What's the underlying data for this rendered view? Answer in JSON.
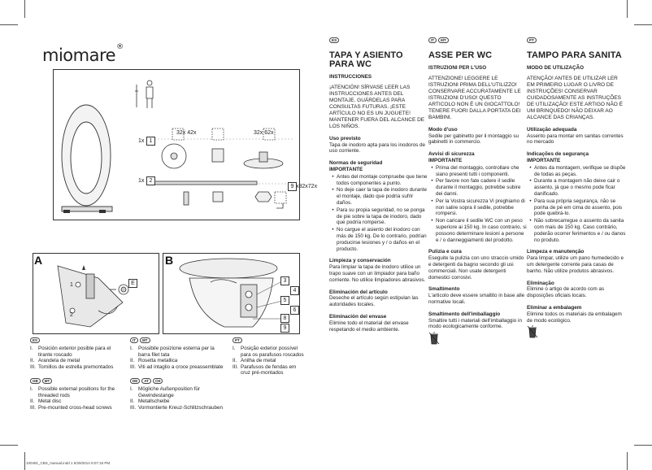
{
  "brand": {
    "name": "miomare",
    "mark": "®"
  },
  "figure": {
    "row1": {
      "label_index": "1x",
      "label_num": "1",
      "qty_a": "32x 42x",
      "qty_b": "32x 62x"
    },
    "row2": {
      "label_index": "1x",
      "label_num": "2",
      "qty_c": "9",
      "qty_c_size": "x82x72x"
    },
    "panel_a": {
      "label": "A",
      "sub": "E",
      "marks": [
        "1",
        "2"
      ]
    },
    "panel_b": {
      "label": "B",
      "tags": [
        "3",
        "4",
        "5",
        "6",
        "8",
        "9"
      ]
    }
  },
  "legends": {
    "es": {
      "badges": [
        "ES"
      ],
      "items": [
        {
          "n": "I.",
          "text": "Posición exterior posible para el tirante roscado"
        },
        {
          "n": "II.",
          "text": "Arandela de metal"
        },
        {
          "n": "III.",
          "text": "Tornillos de estrella premontados"
        }
      ]
    },
    "gb": {
      "badges": [
        "GB",
        "MT"
      ],
      "items": [
        {
          "n": "I.",
          "text": "Possible external positions for the threaded rods"
        },
        {
          "n": "II.",
          "text": "Metal disc"
        },
        {
          "n": "III.",
          "text": "Pre-mounted cross-head screws"
        }
      ]
    },
    "it": {
      "badges": [
        "IT",
        "MT"
      ],
      "items": [
        {
          "n": "I.",
          "text": "Possibile posizione esterna per la barra filet tata"
        },
        {
          "n": "II.",
          "text": "Rosetta metallica"
        },
        {
          "n": "III.",
          "text": "Viti ad intaglio a croce preassemblate"
        }
      ]
    },
    "de": {
      "badges": [
        "DE",
        "AT",
        "CH"
      ],
      "items": [
        {
          "n": "I.",
          "text": "Mögliche Außenposition für Gewindestange"
        },
        {
          "n": "II.",
          "text": "Metallscheibe"
        },
        {
          "n": "III.",
          "text": "Vormontierte Kreuz-Schlitzschrauben"
        }
      ]
    },
    "pt": {
      "badges": [
        "PT"
      ],
      "items": [
        {
          "n": "I.",
          "text": "Posição exterior possível para os parafusos roscados"
        },
        {
          "n": "II.",
          "text": "Anilha de metal"
        },
        {
          "n": "III.",
          "text": "Parafusos de fendas em cruz pré-montados"
        }
      ]
    }
  },
  "es": {
    "badge": "ES",
    "title": "TAPA Y ASIENTO PARA WC",
    "instr": "INSTRUCCIONES",
    "warn": "¡ATENCIÓN! SÍRVASE LEER LAS INSTRUCCIONES ANTES DEL MONTAJE. GUÁRDELAS PARA CONSULTAS FUTURAS. ¡ESTE ARTÍCULO NO ES UN JUGUETE! MANTENER FUERA DEL ALCANCE DE LOS NIÑOS.",
    "use_h": "Uso previsto",
    "use_t": "Tapa de inodoro apta para los inodoros de uso corriente.",
    "safety_h": "Normas de seguridad",
    "safety_sub": "IMPORTANTE",
    "bullets": [
      "Antes del montaje compruebe que tiene todos componentes a punto.",
      "No deje caer la tapa de inodoro durante el montaje, dado que podría sufrir daños.",
      "Para su propia seguridad, no se ponga de pie sobre la tapa de inodoro, dado que podría romperse.",
      "No cargue el asiento del inodoro con más de 150 kg. De lo contrario, podrían producirse lesiones y / o daños en el producto."
    ],
    "clean_h": "Limpieza y conservación",
    "clean_t": "Para limpiar la tapa de inodoro utilice un trapo suave con un limpiador para baño corriente. No utilice limpiadores abrasivos.",
    "disp_h": "Eliminación del artículo",
    "disp_t": "Deseche el artículo según estipulan las autoridades locales.",
    "pack_h": "Eliminación del envase",
    "pack_t": "Elimine todo el material del envase respetando el medio ambiente."
  },
  "it": {
    "badges": [
      "IT",
      "MT"
    ],
    "title": "ASSE PER WC",
    "instr": "ISTRUZIONI PER L'USO",
    "warn": "ATTENZIONE! LEGGERE LE ISTRUZIONI PRIMA DELL'UTILIZZO! CONSERVARE ACCURATAMENTE LE ISTRUZIONI D'USO! QUESTO ARTICOLO NON È UN GIOCATTOLO! TENERE FUORI DALLA PORTATA DEI BAMBINI.",
    "use_h": "Modo d'uso",
    "use_t": "Sedile per gabinetto per il montaggio su gabinetti in commercio.",
    "safety_h": "Avvisi di sicurezza",
    "safety_sub": "IMPORTANTE",
    "bullets": [
      "Prima del montaggio, controllare che siano presenti tutti i componenti.",
      "Per favore non fate cadere il sedile durante il montaggio, potrebbe subire dei danni.",
      "Per la Vostra sicurezza Vi preghiamo di non salire sopra il sedile, potrebbe rompersi.",
      "Non caricare il sedile WC con un peso superiore ai 150 kg. In caso contrario, si possono determinare lesioni a persone e / o danneggiamenti del prodotto."
    ],
    "clean_h": "Pulizia e cura",
    "clean_t": "Eseguite la pulizia con uno straccio umido e detergenti da bagno secondo gli usi commerciali. Non usate detergenti domestici corrosivi.",
    "disp_h": "Smaltimento",
    "disp_t": "L'articolo deve essere smaltito in base alle normative locali.",
    "pack_h": "Smaltimento dell'imballaggio",
    "pack_t": "Smaltire tutti i materiali dell'imballaggio in modo ecologicamente conforme."
  },
  "pt": {
    "badge": "PT",
    "title": "TAMPO PARA SANITA",
    "instr": "MODO DE UTILIZAÇÃO",
    "warn": "ATENÇÃO! ANTES DE UTILIZAR LER EM PRIMEIRO LUGAR O LIVRO DE INSTRUÇÕES! CONSERVAR CUIDADOSAMENTE AS INSTRUÇÕES DE UTILIZAÇÃO! ESTE ARTIGO NÃO É UM BRINQUEDO! NÃO DEIXAR AO ALCANCE DAS CRIANÇAS.",
    "use_h": "Utilização adequada",
    "use_t": "Assento para montar em sanitas correntes no mercado",
    "safety_h": "Indicações de segurança",
    "safety_sub": "IMPORTANTE",
    "bullets": [
      "Antes da montagem, verifique se dispõe de todas as peças.",
      "Durante a montagem não deixe cair o assento, já que o mesmo pode ficar danificado.",
      "Para sua própria segurança, não se ponha de pé em cima do assento, pois pode quebrá-lo.",
      "Não sobrecarregue o assento da sanita com mais de 150 kg. Caso contrário, poderão ocorrer ferimentos e / ou danos no produto."
    ],
    "clean_h": "Limpeza e manutenção",
    "clean_t": "Para limpar, utilize um pano humedecido e um detergente corrente para casas de banho. Não utilize produtos abrasivos.",
    "disp_h": "Eliminação",
    "disp_t": "Elimine o artigo de acordo com as disposições oficiais locais.",
    "pack_h": "Eliminar a embalagem",
    "pack_t": "Elimine todos os materiais da embalagem de modo ecológico."
  },
  "footer": "100491_CBS_manual.indd   1   5/29/2014   6:07:16 PM"
}
